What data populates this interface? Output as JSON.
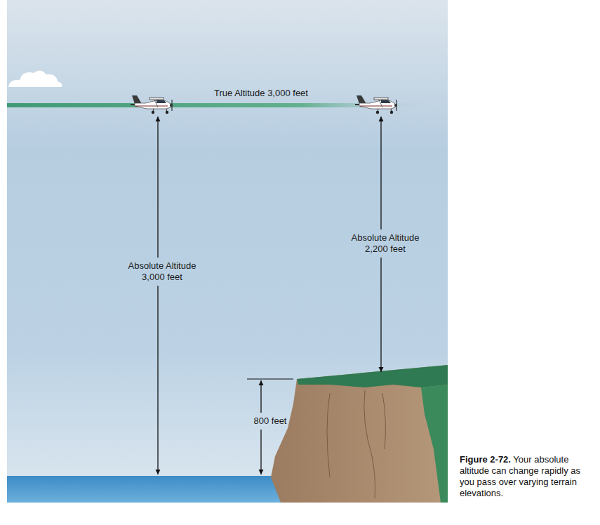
{
  "diagram": {
    "caption": "Figure 2-72. Your absolute altitude can change rapidly as you pass over varying terrain elevations.",
    "labels": [
      "True Altitude 3,000 feet",
      "Absolute Altitude 3,000 feet",
      "Absolute Altitude 2,200 feet",
      "800 feet"
    ]
  }
}
